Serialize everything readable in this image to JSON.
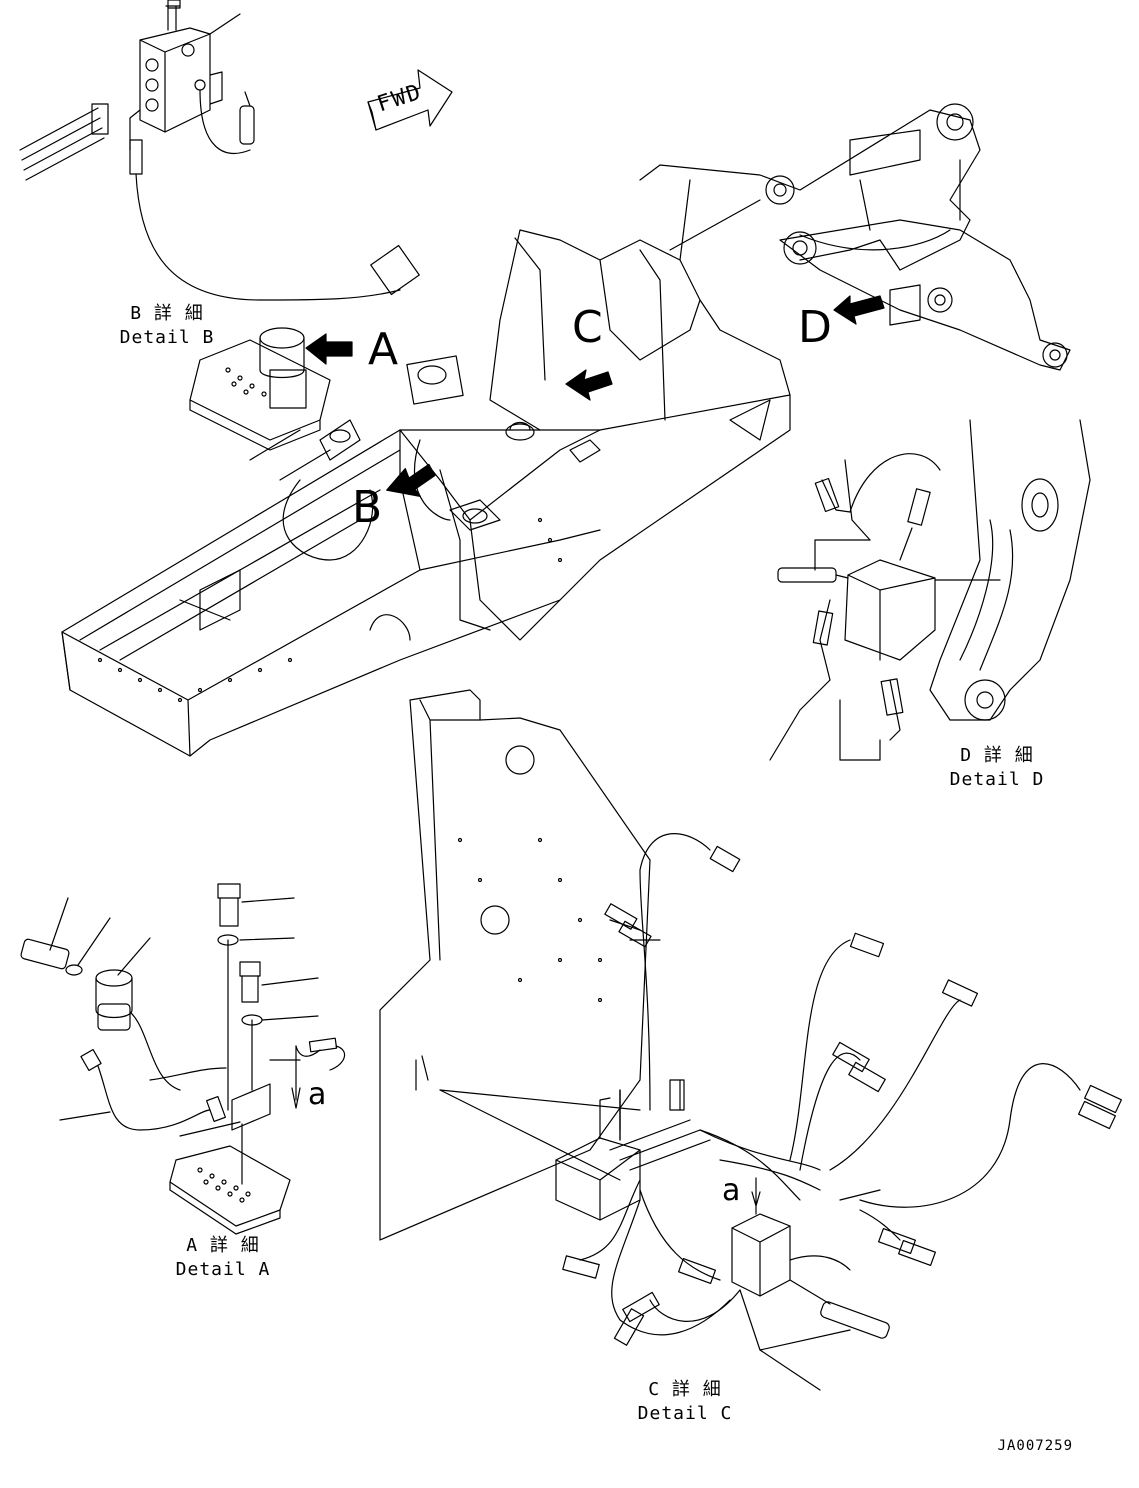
{
  "labels": {
    "fwd": "FWD",
    "callout_a": "A",
    "callout_b": "B",
    "callout_c": "C",
    "callout_d": "D",
    "detail_a_jp": "A 詳 細",
    "detail_a_en": "Detail A",
    "detail_b_jp": "B 詳 細",
    "detail_b_en": "Detail B",
    "detail_c_jp": "C 詳 細",
    "detail_c_en": "Detail C",
    "detail_d_jp": "D 詳 細",
    "detail_d_en": "Detail D",
    "ref_a_lower": "a",
    "ref_a_lower_c": "a",
    "drawing_code": "JA007259"
  },
  "colors": {
    "line": "#000000",
    "background": "#ffffff"
  }
}
